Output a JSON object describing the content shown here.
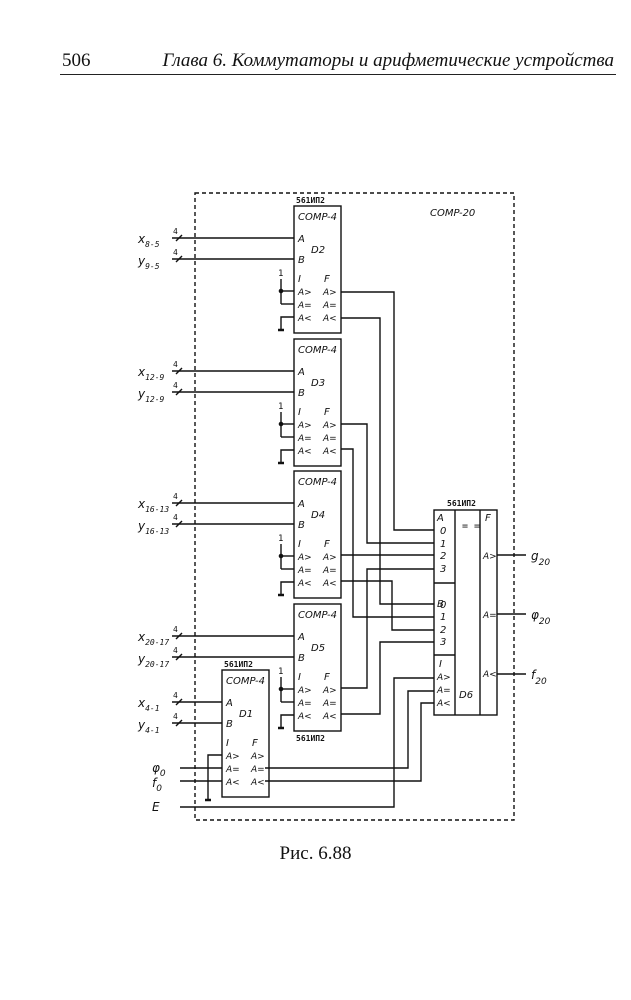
{
  "header": {
    "page_number": "506",
    "running_title": "Глава 6. Коммутаторы и арифметические устройства"
  },
  "figure": {
    "caption": "Рис. 6.88",
    "outer_block_label": "COMP-20",
    "chip_part": "561ИП2",
    "comparators": [
      {
        "id": "D2",
        "type": "COMP-4",
        "in_a": "x",
        "in_a_sub": "8-5",
        "in_b": "y",
        "in_b_sub": "9-5"
      },
      {
        "id": "D3",
        "type": "COMP-4",
        "in_a": "x",
        "in_a_sub": "12-9",
        "in_b": "y",
        "in_b_sub": "12-9"
      },
      {
        "id": "D4",
        "type": "COMP-4",
        "in_a": "x",
        "in_a_sub": "16-13",
        "in_b": "y",
        "in_b_sub": "16-13"
      },
      {
        "id": "D5",
        "type": "COMP-4",
        "in_a": "x",
        "in_a_sub": "20-17",
        "in_b": "y",
        "in_b_sub": "20-17"
      },
      {
        "id": "D1",
        "type": "COMP-4",
        "in_a": "x",
        "in_a_sub": "4-1",
        "in_b": "y",
        "in_b_sub": "4-1"
      }
    ],
    "bus_width": "4",
    "const_one": "1",
    "pin_labels": {
      "a": "A",
      "b": "B",
      "i": "I",
      "f": "F",
      "gt": "A>",
      "eq": "A=",
      "lt": "A<",
      "type": "COMP-4"
    },
    "d6": {
      "id": "D6",
      "group_a": "A",
      "group_b": "B",
      "group_i": "I",
      "group_f": "F",
      "bits": [
        "0",
        "1",
        "2",
        "3"
      ],
      "middle": "= =",
      "outputs": [
        {
          "pin": "A>",
          "signal": "g",
          "sub": "20"
        },
        {
          "pin": "A=",
          "signal": "φ",
          "sub": "20"
        },
        {
          "pin": "A<",
          "signal": "f",
          "sub": "20"
        }
      ]
    },
    "extra_inputs": [
      {
        "signal": "φ",
        "sub": "0"
      },
      {
        "signal": "f",
        "sub": "0"
      },
      {
        "signal": "E",
        "sub": ""
      }
    ]
  }
}
